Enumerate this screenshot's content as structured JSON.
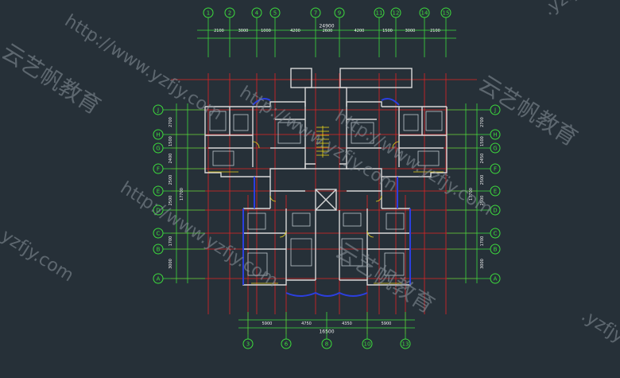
{
  "colors": {
    "background": "#263038",
    "axis_bubble": "#3ddc3d",
    "grid_red": "#e02424",
    "wall": "#d8d8d8",
    "window_blue": "#2b3fe0",
    "door_yellow": "#e8d21a",
    "dim_text": "#f0f0f0",
    "watermark": "#8a949c"
  },
  "top_axes": [
    "1",
    "2",
    "4",
    "5",
    "7",
    "9",
    "11",
    "12",
    "14",
    "15"
  ],
  "top_dims": [
    "2100",
    "3000",
    "1000",
    "4200",
    "2600",
    "4200",
    "1500",
    "3000",
    "2100"
  ],
  "top_total": "24900",
  "bottom_axes": [
    "3",
    "6",
    "8",
    "10",
    "13"
  ],
  "bottom_dims": [
    "5900",
    "4750",
    "4350",
    "5900"
  ],
  "bottom_total": "16500",
  "side_axes": [
    "J",
    "H",
    "G",
    "F",
    "E",
    "D",
    "C",
    "B",
    "A"
  ],
  "left_dims": [
    "2700",
    "1500",
    "2400",
    "2500",
    "2500",
    "1700",
    "3000"
  ],
  "left_total": "17700",
  "right_dims": [
    "2700",
    "1500",
    "2450",
    "2500",
    "2500",
    "1700",
    "3000"
  ],
  "right_total": "17700",
  "watermarks": {
    "url": "http://www.yzfjy.com",
    "brand": "云艺帆教育",
    "short": "yzfjy.com",
    "short2": ".yzfjy"
  }
}
